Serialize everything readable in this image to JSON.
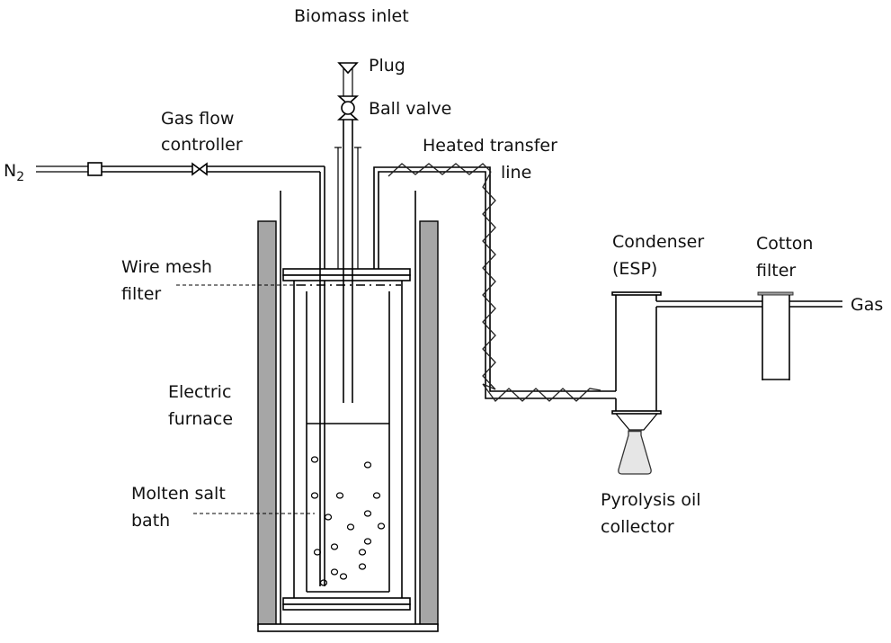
{
  "diagram": {
    "type": "process-schematic",
    "subject": "Molten salt pyrolysis reactor setup",
    "colors": {
      "line": "#000000",
      "furnace_wall": "#a6a6a6",
      "flask_fill": "#e6e6e6",
      "filter_cap": "#a0a0a0",
      "text": "#111111"
    },
    "labels": {
      "biomass_inlet": "Biomass inlet",
      "plug": "Plug",
      "ball_valve": "Ball valve",
      "gas_flow_controller_line1": "Gas flow",
      "gas_flow_controller_line2": "controller",
      "n2_base": "N",
      "n2_sub": "2",
      "heated_transfer_line_line1": "Heated transfer",
      "heated_transfer_line_line2": "line",
      "wire_mesh_filter_line1": "Wire mesh",
      "wire_mesh_filter_line2": "filter",
      "electric_furnace_line1": "Electric",
      "electric_furnace_line2": "furnace",
      "molten_salt_bath_line1": "Molten salt",
      "molten_salt_bath_line2": "bath",
      "condenser_line1": "Condenser",
      "condenser_line2": "(ESP)",
      "cotton_filter_line1": "Cotton",
      "cotton_filter_line2": "filter",
      "gas_outlet": "Gas",
      "pyrolysis_oil_collector_line1": "Pyrolysis oil",
      "pyrolysis_oil_collector_line2": "collector"
    },
    "components": [
      {
        "id": "n2-supply",
        "name": "N2 gas supply"
      },
      {
        "id": "gas-flow-controller",
        "name": "Gas flow controller"
      },
      {
        "id": "biomass-inlet",
        "name": "Biomass inlet",
        "parts": [
          "Plug",
          "Ball valve"
        ]
      },
      {
        "id": "electric-furnace",
        "name": "Electric furnace"
      },
      {
        "id": "reactor",
        "name": "Reactor vessel",
        "parts": [
          "Wire mesh filter",
          "Molten salt bath"
        ]
      },
      {
        "id": "heated-transfer-line",
        "name": "Heated transfer line"
      },
      {
        "id": "condenser",
        "name": "Condenser (ESP)"
      },
      {
        "id": "pyrolysis-oil-collector",
        "name": "Pyrolysis oil collector"
      },
      {
        "id": "cotton-filter",
        "name": "Cotton filter"
      },
      {
        "id": "gas-outlet",
        "name": "Gas"
      }
    ],
    "flow": [
      "N2 -> Gas flow controller -> Reactor",
      "Biomass inlet -> Ball valve -> Reactor",
      "Reactor -> Heated transfer line -> Condenser (ESP)",
      "Condenser (ESP) -> Pyrolysis oil collector",
      "Condenser (ESP) -> Cotton filter -> Gas"
    ]
  }
}
